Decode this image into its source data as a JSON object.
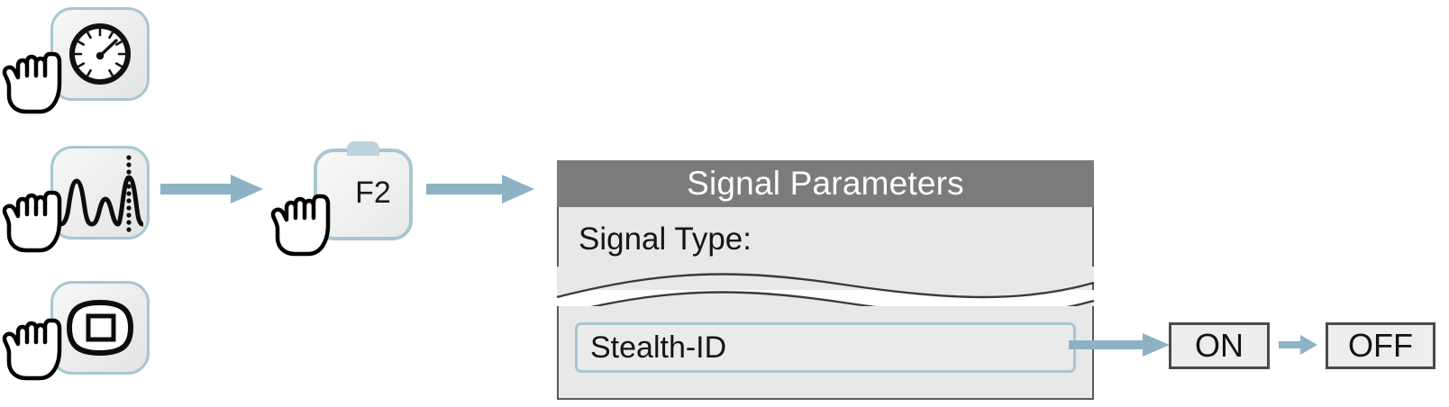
{
  "steps": {
    "icons": [
      {
        "name": "gauge-icon",
        "tooltip": "Meter / level display"
      },
      {
        "name": "spectrum-icon",
        "tooltip": "Spectrum with marker"
      },
      {
        "name": "display-icon",
        "tooltip": "Display / screen key"
      }
    ],
    "key": {
      "label": "F2",
      "name": "function-key-f2"
    },
    "arrows": [
      {
        "name": "arrow-icon-1"
      },
      {
        "name": "arrow-icon-2"
      },
      {
        "name": "arrow-icon-3"
      },
      {
        "name": "arrow-icon-4"
      }
    ]
  },
  "dialog": {
    "title": "Signal Parameters",
    "field_label": "Signal Type:",
    "combo_value": "Stealth-ID"
  },
  "toggle": {
    "on_label": "ON",
    "off_label": "OFF"
  },
  "colors": {
    "accent": "#8cb2c4",
    "tile_border": "#a8c6d4",
    "title_bar": "#7b7b7b",
    "panel": "#e8e8e8",
    "panel_border": "#595959",
    "button_border": "#4a4a4a"
  }
}
